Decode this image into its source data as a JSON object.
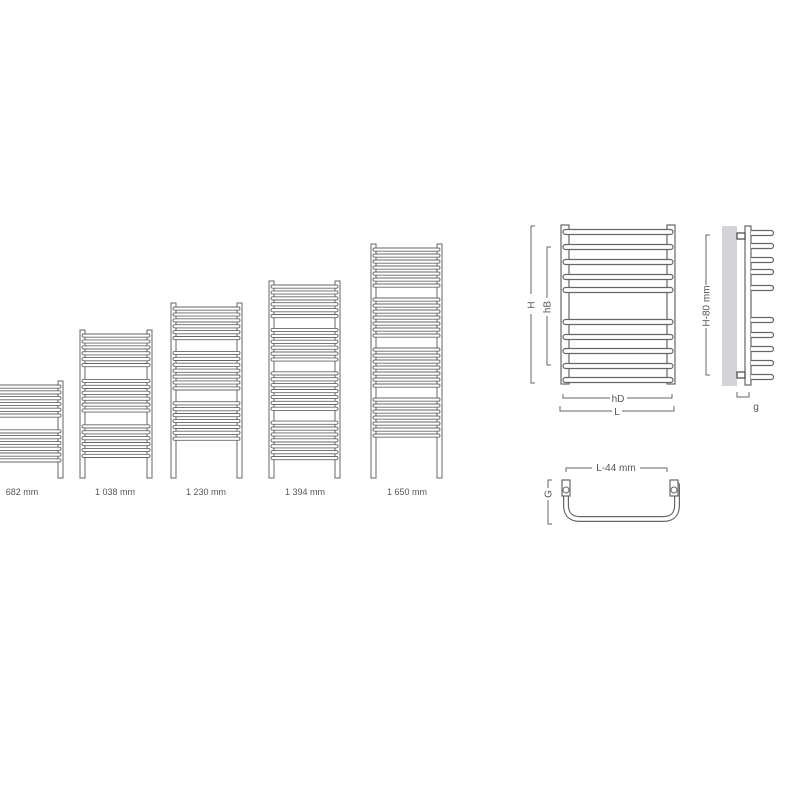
{
  "colors": {
    "line": "#666666",
    "wall": "#d4d4d8",
    "text": "#555555"
  },
  "models": [
    {
      "height_label": "682 mm"
    },
    {
      "height_label": "1 038 mm"
    },
    {
      "height_label": "1 230 mm"
    },
    {
      "height_label": "1 394 mm"
    },
    {
      "height_label": "1 650 mm"
    }
  ],
  "dimensions": {
    "H": "H",
    "hB": "hB",
    "hD": "hD",
    "L": "L",
    "side_height": "H-80 mm",
    "g": "g",
    "top_width": "L-44 mm",
    "G": "G"
  }
}
